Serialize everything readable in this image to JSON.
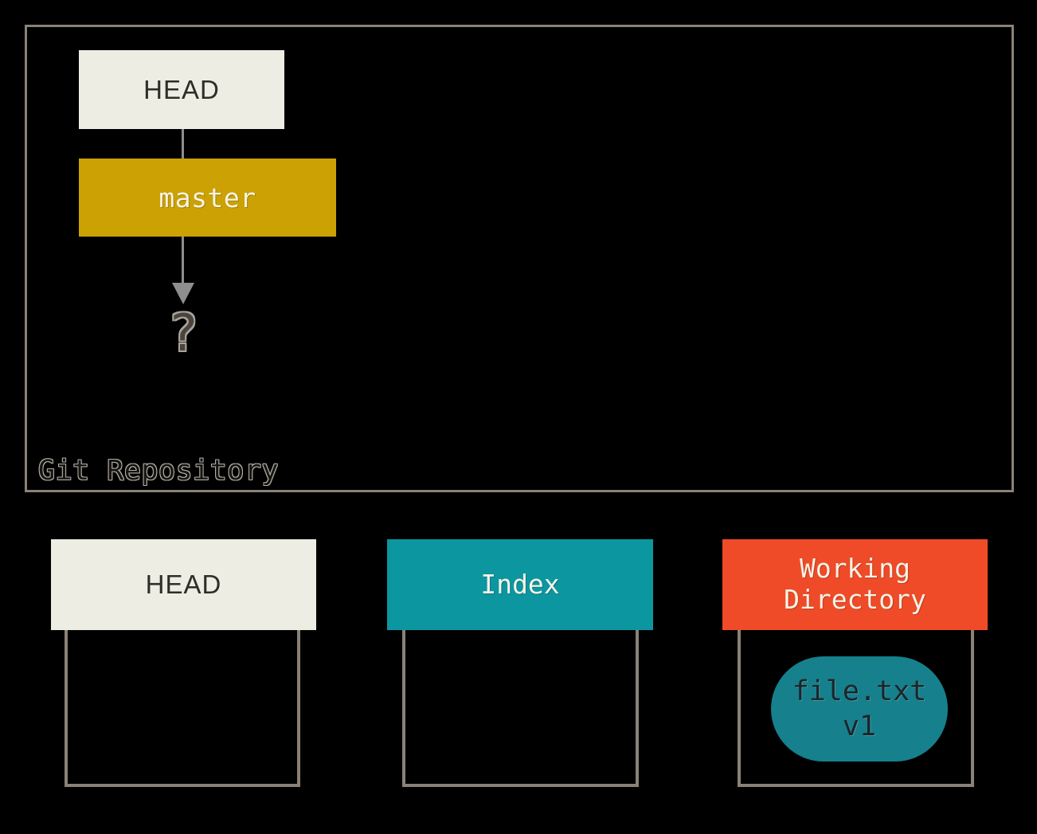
{
  "repository": {
    "label": "Git Repository",
    "head_label": "HEAD",
    "master_label": "master",
    "question_mark": "?"
  },
  "columns": [
    {
      "label": "HEAD"
    },
    {
      "label": "Index"
    },
    {
      "label": "Working\nDirectory"
    }
  ],
  "file_node": {
    "line1": "file.txt",
    "line2": "v1"
  },
  "colors": {
    "background": "#000000",
    "panel_border": "#8a8177",
    "arrow": "#8e8e8e",
    "head_box": "#eeede3",
    "master_box": "#cba104",
    "index_header": "#0c96a0",
    "working_directory_header": "#ef4b28",
    "file_node": "#16808d"
  }
}
